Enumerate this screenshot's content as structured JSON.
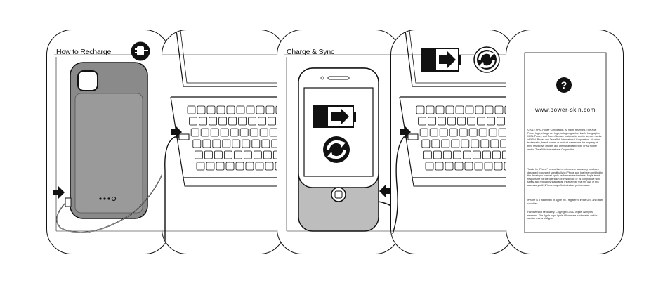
{
  "panel1": {
    "title": "How to Recharge"
  },
  "panel3": {
    "title": "Charge & Sync"
  },
  "panel5": {
    "url": "www.power-skin.com",
    "legal": [
      "©2012 XPAL Power Corporation. All rights reserved. The Xpal Power logo, charge cell logo, octagon graphic, levels bar graphic, XPAL Power, and PowerSkin are trademarks and/or service marks of XPAL Power and TerraRich International Corporation. All other trademarks, brand names or product names are the property of their respective owners and are not affiliated with XPAL Power and/or TerraRich International Corporation.",
      "“Made for iPhone” means that an electronic accessory has been designed to connect specifically to iPhone and has been certified by the developer to meet Apple performance standards. Apple is not responsible for the operation of this device or its compliance with safety and regulatory standards. Please note that the use of this accessory with iPhone may affect wireless performance.",
      "iPhone is a trademark of Apple Inc., registered in the U.S. and other countries.",
      "Handset sold separately. Copyright ©2012 Apple. All rights reserved. The Apple logo, Apple iPhone are trademarks and/or service marks of Apple."
    ]
  },
  "colors": {
    "ink": "#111111",
    "case_grey": "#8a8a8a",
    "case_light": "#c9c9c9"
  },
  "icons": [
    "plug-icon",
    "battery-charge-icon",
    "sync-icon",
    "help-icon",
    "arrow-right-icon",
    "arrow-left-icon"
  ]
}
